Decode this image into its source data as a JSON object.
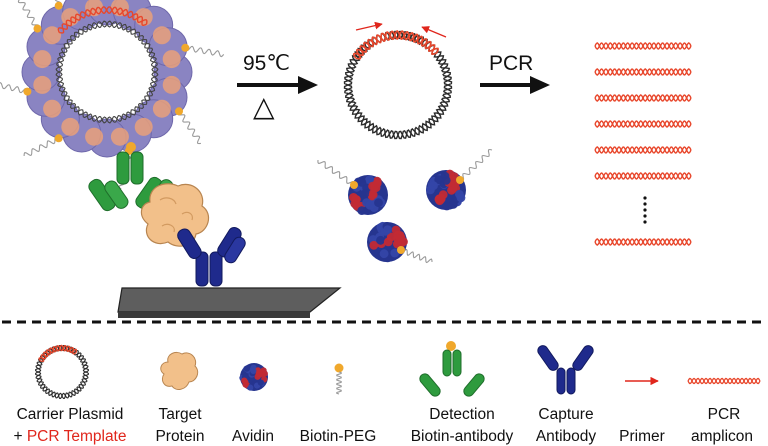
{
  "steps": {
    "heat_label": "95℃",
    "heat_symbol": "△",
    "pcr_label": "PCR"
  },
  "legend": [
    {
      "key": "carrier",
      "line1": "Carrier Plasmid",
      "line2_prefix": "+ ",
      "line2_highlight": "PCR Template"
    },
    {
      "key": "target",
      "line1": "Target",
      "line2": "Protein"
    },
    {
      "key": "avidin",
      "line1": "",
      "line2": "Avidin"
    },
    {
      "key": "biotin-peg",
      "line1": "",
      "line2": "Biotin-PEG"
    },
    {
      "key": "detection",
      "line1": "Detection",
      "line2": "Biotin-antibody"
    },
    {
      "key": "capture",
      "line1": "Capture",
      "line2": "Antibody"
    },
    {
      "key": "primer",
      "line1": "",
      "line2": "Primer"
    },
    {
      "key": "amplicon",
      "line1": "PCR",
      "line2": "amplicon"
    }
  ],
  "colors": {
    "template": "#e8472c",
    "template_highlight": "#e0261c",
    "primer": "#e0261c",
    "plasmid_shell": "#8a84c2",
    "plasmid_orange": "#e9a07a",
    "detection_antibody": "#2e9b3e",
    "capture_antibody": "#1f2a8c",
    "avidin_blue": "#26358f",
    "avidin_red": "#c22a34",
    "biotin": "#f0a82c",
    "target_protein": "#f2c08a",
    "surface": "#5e5e5e",
    "dna": "#2a2a2a"
  }
}
